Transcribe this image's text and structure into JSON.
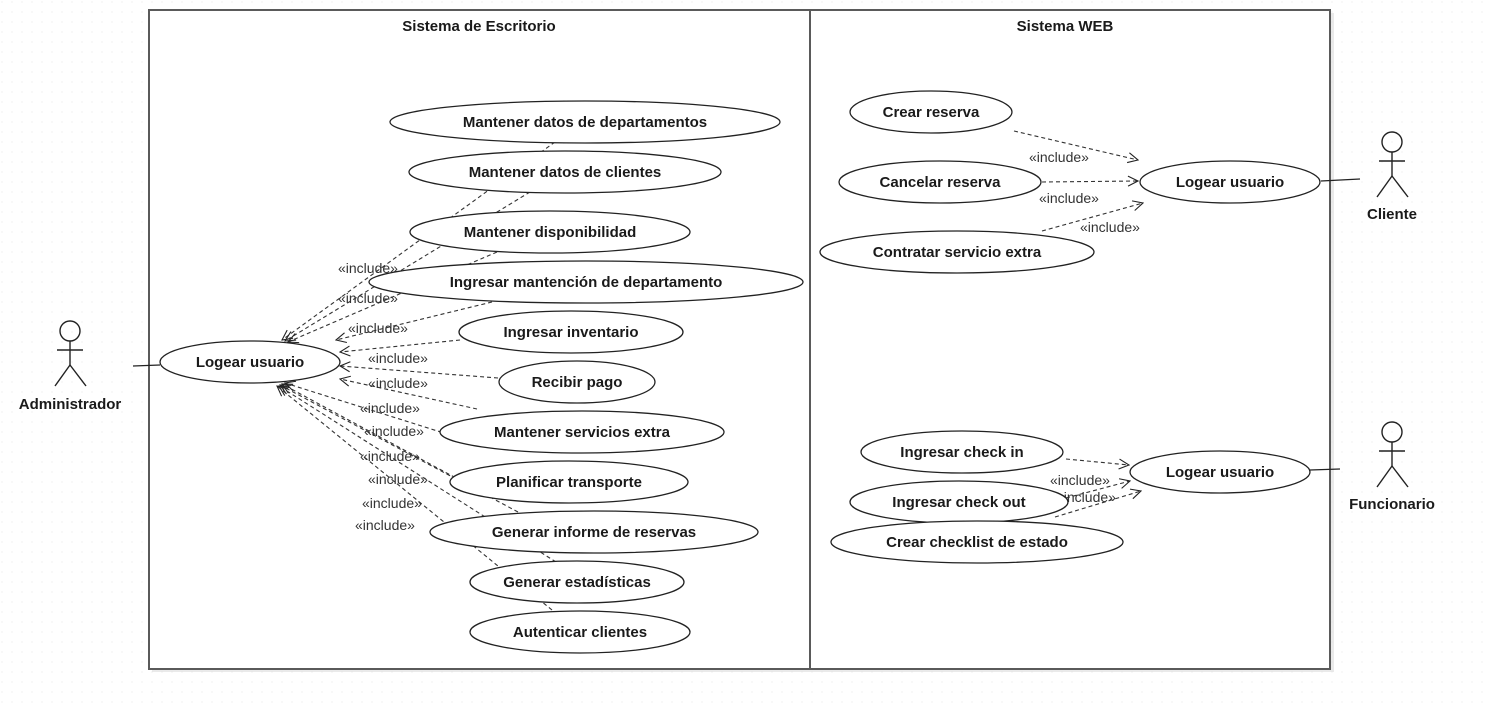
{
  "systems": {
    "desktop_title": "Sistema de Escritorio",
    "web_title": "Sistema WEB"
  },
  "actors": {
    "admin": "Administrador",
    "client": "Cliente",
    "staff": "Funcionario"
  },
  "desktop": {
    "login": "Logear usuario",
    "use_cases": [
      "Mantener datos de departamentos",
      "Mantener datos de clientes",
      "Mantener disponibilidad",
      "Ingresar mantención de departamento",
      "Ingresar inventario",
      "Recibir pago",
      "Mantener servicios extra",
      "Planificar transporte",
      "Generar informe de reservas",
      "Generar estadísticas",
      "Autenticar clientes"
    ]
  },
  "web_client": {
    "login": "Logear usuario",
    "use_cases": [
      "Crear reserva",
      "Cancelar reserva",
      "Contratar servicio extra"
    ]
  },
  "web_staff": {
    "login": "Logear usuario",
    "use_cases": [
      "Ingresar check in",
      "Ingresar check out",
      "Crear checklist de estado"
    ]
  },
  "include_label": "«include»"
}
